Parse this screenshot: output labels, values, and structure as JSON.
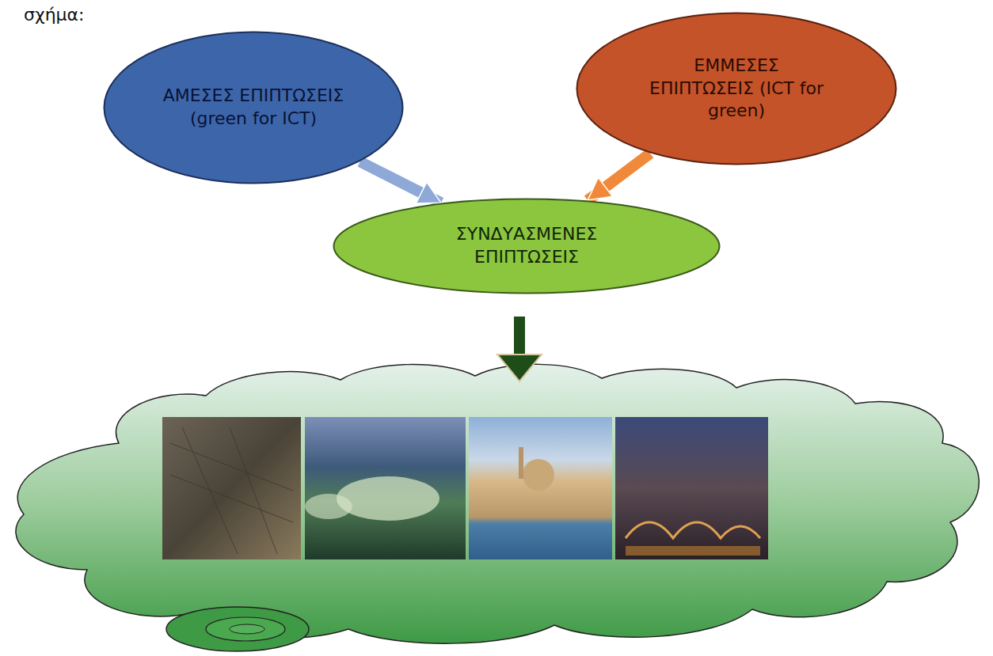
{
  "diagram": {
    "nodes": [
      {
        "text": [
          "ΑΜΕΣΕΣ ΕΠΙΠΤΩΣΕΙΣ (green for ICT)"
        ]
      },
      {
        "text": [
          "ΕΜΜΕΣΕΣ ΕΠΙΠΤΩΣΕΙΣ (ICT for green)"
        ]
      },
      {
        "text": [
          "ΣΥΝΔΥΑΣΜΕΝΕΣ ΕΠΙΠΤΩΣΕΙΣ"
        ]
      }
    ],
    "edges": [
      {
        "from": 0,
        "to": 2,
        "arrow": "to"
      },
      {
        "from": 1,
        "to": 2,
        "arrow": "to"
      }
    ],
    "labels": [
      "σχήμα:"
    ]
  }
}
